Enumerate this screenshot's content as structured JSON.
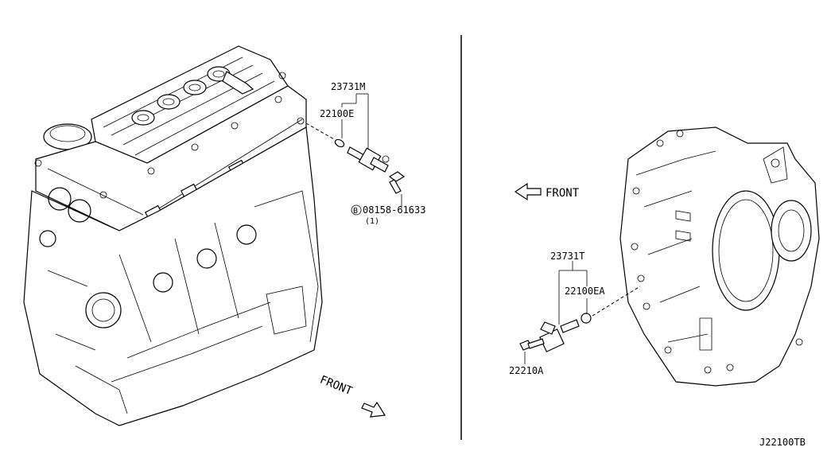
{
  "diagram_id": "J22100TB",
  "left": {
    "sensor_part": "23731M",
    "oring_part": "22100E",
    "bolt_prefix": "B",
    "bolt_part": "08158-61633",
    "bolt_qty": "(1)",
    "front_label": "FRONT"
  },
  "right": {
    "sensor_part": "23731T",
    "oring_part": "22100EA",
    "bolt_part": "22210A",
    "front_label": "FRONT"
  },
  "icons": {
    "left_front_arrow": "arrow-down-right",
    "right_front_arrow": "arrow-left"
  }
}
